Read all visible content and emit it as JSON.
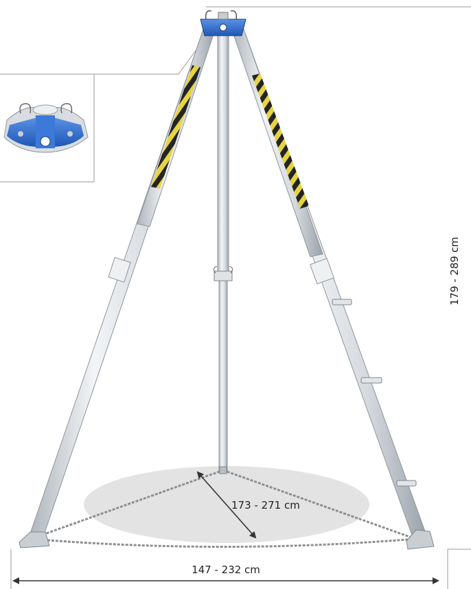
{
  "dimensions": {
    "height_label": "179 - 289 cm",
    "diagonal_label": "173 - 271 cm",
    "width_label": "147 - 232 cm"
  },
  "colors": {
    "frame": "#d8dde2",
    "frame_edge": "#9aa2aa",
    "head_blue": "#2f6fd0",
    "hazard_yellow": "#e7d33a",
    "hazard_black": "#1a1a1a",
    "chain": "#8c8f92",
    "shadow": "#e3e3e3",
    "callout_line": "#9a9a9a",
    "arrow": "#333333"
  },
  "icons": {
    "head_detail": "tripod-head-detail-icon"
  }
}
